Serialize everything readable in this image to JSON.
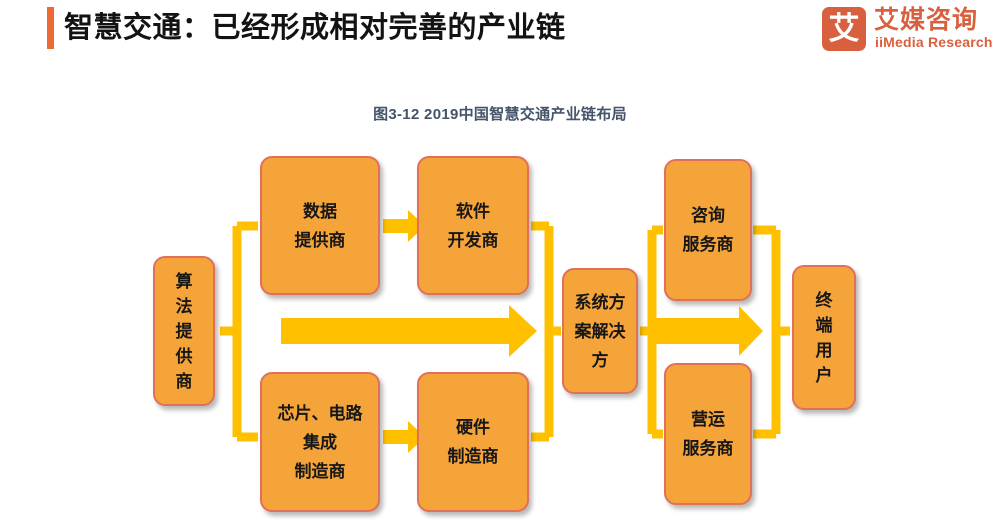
{
  "header": {
    "title": "智慧交通：已经形成相对完善的产业链",
    "accent_color": "#EE6A34",
    "logo": {
      "mark_char": "艾",
      "brand_cn": "艾媒咨询",
      "brand_en": "iiMedia Research",
      "color": "#D9603F"
    }
  },
  "figure": {
    "caption": "图3-12 2019中国智慧交通产业链布局",
    "caption_color": "#44546A"
  },
  "theme": {
    "node_fill": "#F5A43A",
    "node_border": "#E0705A",
    "connector_color": "#FFC000",
    "arrow_color": "#FFC000",
    "text_color": "#171717",
    "background": "#FFFFFF"
  },
  "chart_data": {
    "type": "diagram",
    "title": "图3-12 2019中国智慧交通产业链布局",
    "nodes": [
      {
        "id": "algorithm",
        "label": "算法提供商",
        "lines": [
          "算",
          "法",
          "提",
          "供",
          "商"
        ],
        "orientation": "vertical",
        "column": 1
      },
      {
        "id": "data",
        "label": "数据提供商",
        "lines": [
          "数据",
          "提供商"
        ],
        "orientation": "horizontal",
        "column": 2
      },
      {
        "id": "software",
        "label": "软件开发商",
        "lines": [
          "软件",
          "开发商"
        ],
        "orientation": "horizontal",
        "column": 3
      },
      {
        "id": "chip",
        "label": "芯片、电路集成制造商",
        "lines": [
          "芯片、电路",
          "集成",
          "制造商"
        ],
        "orientation": "horizontal",
        "column": 2
      },
      {
        "id": "hardware",
        "label": "硬件制造商",
        "lines": [
          "硬件",
          "制造商"
        ],
        "orientation": "horizontal",
        "column": 3
      },
      {
        "id": "system",
        "label": "系统方案解决方",
        "lines": [
          "系统方",
          "案解决",
          "方"
        ],
        "orientation": "horizontal",
        "column": 4
      },
      {
        "id": "consulting",
        "label": "咨询服务商",
        "lines": [
          "咨询",
          "服务商"
        ],
        "orientation": "horizontal",
        "column": 5
      },
      {
        "id": "operation",
        "label": "营运服务商",
        "lines": [
          "营运",
          "服务商"
        ],
        "orientation": "horizontal",
        "column": 5
      },
      {
        "id": "enduser",
        "label": "终端用户",
        "lines": [
          "终",
          "端",
          "用",
          "户"
        ],
        "orientation": "vertical",
        "column": 6
      }
    ],
    "edges": [
      {
        "from": "algorithm",
        "to": "data",
        "style": "bracket-split"
      },
      {
        "from": "algorithm",
        "to": "chip",
        "style": "bracket-split"
      },
      {
        "from": "data",
        "to": "software",
        "style": "arrow"
      },
      {
        "from": "chip",
        "to": "hardware",
        "style": "arrow"
      },
      {
        "from": "software",
        "to": "system",
        "style": "bracket-merge"
      },
      {
        "from": "hardware",
        "to": "system",
        "style": "bracket-merge"
      },
      {
        "from": "system",
        "to": "consulting",
        "style": "bracket-split"
      },
      {
        "from": "system",
        "to": "operation",
        "style": "bracket-split"
      },
      {
        "from": "consulting",
        "to": "enduser",
        "style": "bracket-merge"
      },
      {
        "from": "operation",
        "to": "enduser",
        "style": "bracket-merge"
      },
      {
        "from": "algorithm-group",
        "to": "system",
        "style": "big-arrow"
      },
      {
        "from": "system",
        "to": "enduser",
        "style": "big-arrow"
      }
    ]
  }
}
